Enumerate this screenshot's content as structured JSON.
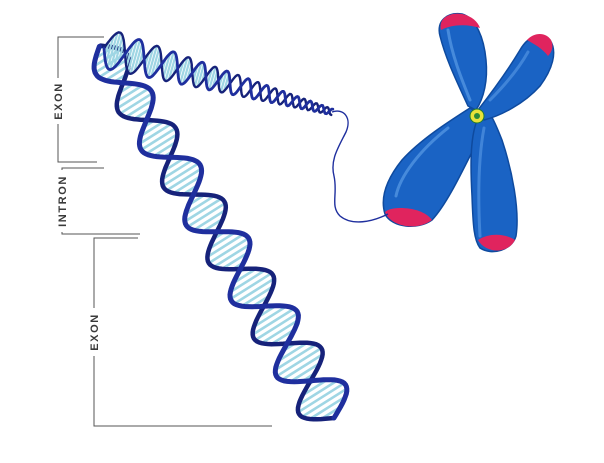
{
  "diagram": {
    "segments": [
      {
        "label": "EXON"
      },
      {
        "label": "INTRON"
      },
      {
        "label": "EXON"
      }
    ],
    "colors": {
      "strand": "#1f2f9e",
      "strand_dark": "#16227a",
      "rungs": "#9fd6e4",
      "chromosome": "#1a63c4",
      "chromosome_shade": "#0e4a9e",
      "telomere": "#e0245e",
      "centromere": "#e8e23a",
      "centromere_core": "#2a8a3a",
      "bracket": "#555555"
    },
    "icons": [
      "dna-double-helix-icon",
      "chromosome-icon"
    ]
  }
}
